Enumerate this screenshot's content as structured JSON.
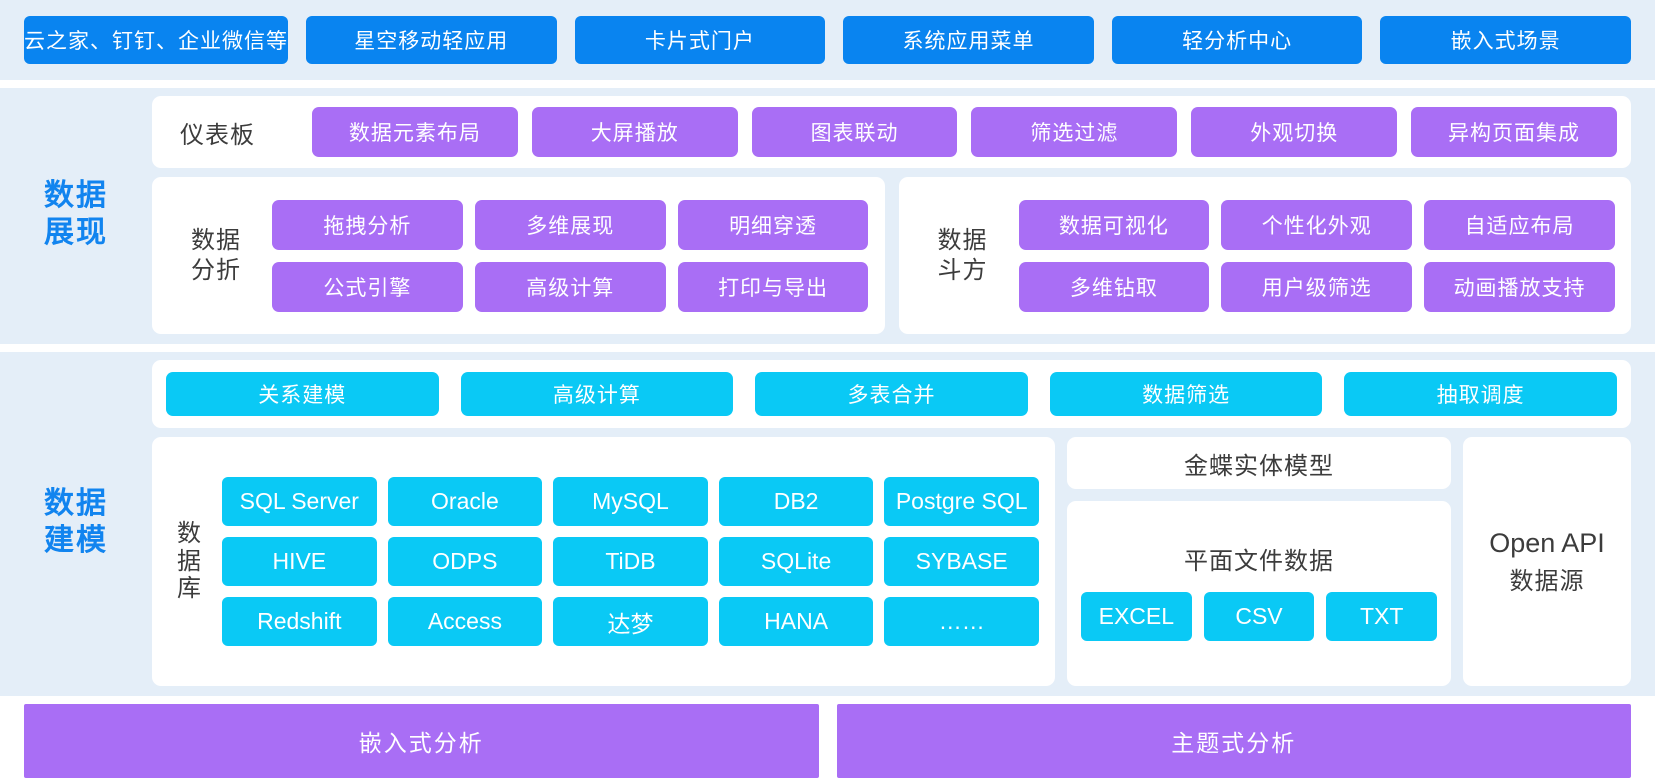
{
  "top_apps": [
    "云之家、钉钉、企业微信等",
    "星空移动轻应用",
    "卡片式门户",
    "系统应用菜单",
    "轻分析中心",
    "嵌入式场景"
  ],
  "presentation": {
    "label": "数据\n展现",
    "label_line1": "数据",
    "label_line2": "展现",
    "dashboard": {
      "title": "仪表板",
      "items": [
        "数据元素布局",
        "大屏播放",
        "图表联动",
        "筛选过滤",
        "外观切换",
        "异构页面集成"
      ]
    },
    "groups": [
      {
        "title_line1": "数据",
        "title_line2": "分折",
        "items": [
          "拖拽分析",
          "多维展现",
          "明细穿透",
          "公式引擎",
          "高级计算",
          "打印与导出"
        ]
      },
      {
        "title_line1": "数据",
        "title_line2": "斗方",
        "items": [
          "数据可视化",
          "个性化外观",
          "自适应布局",
          "多维钻取",
          "用户级筛选",
          "动画播放支持"
        ]
      }
    ]
  },
  "modeling": {
    "label_line1": "数据",
    "label_line2": "建模",
    "capabilities": [
      "关系建模",
      "高级计算",
      "多表合并",
      "数据筛选",
      "抽取调度"
    ],
    "database": {
      "title": "数据库",
      "items": [
        "SQL Server",
        "Oracle",
        "MySQL",
        "DB2",
        "Postgre SQL",
        "HIVE",
        "ODPS",
        "TiDB",
        "SQLite",
        "SYBASE",
        "Redshift",
        "Access",
        "达梦",
        "HANA",
        "……"
      ]
    },
    "entity_model": "金蝶实体模型",
    "flat_file": {
      "title": "平面文件数据",
      "items": [
        "EXCEL",
        "CSV",
        "TXT"
      ]
    },
    "open_api": {
      "line1": "Open API",
      "line2": "数据源"
    }
  },
  "bottom_bars": [
    "嵌入式分析",
    "主题式分析"
  ],
  "colors": {
    "app_blue": "#0984f0",
    "purple": "#a96ef5",
    "cyan": "#0ac9f5",
    "section_bg": "#e4eef8",
    "label_blue": "#1184ef",
    "text_dark": "#3c3c3c"
  }
}
